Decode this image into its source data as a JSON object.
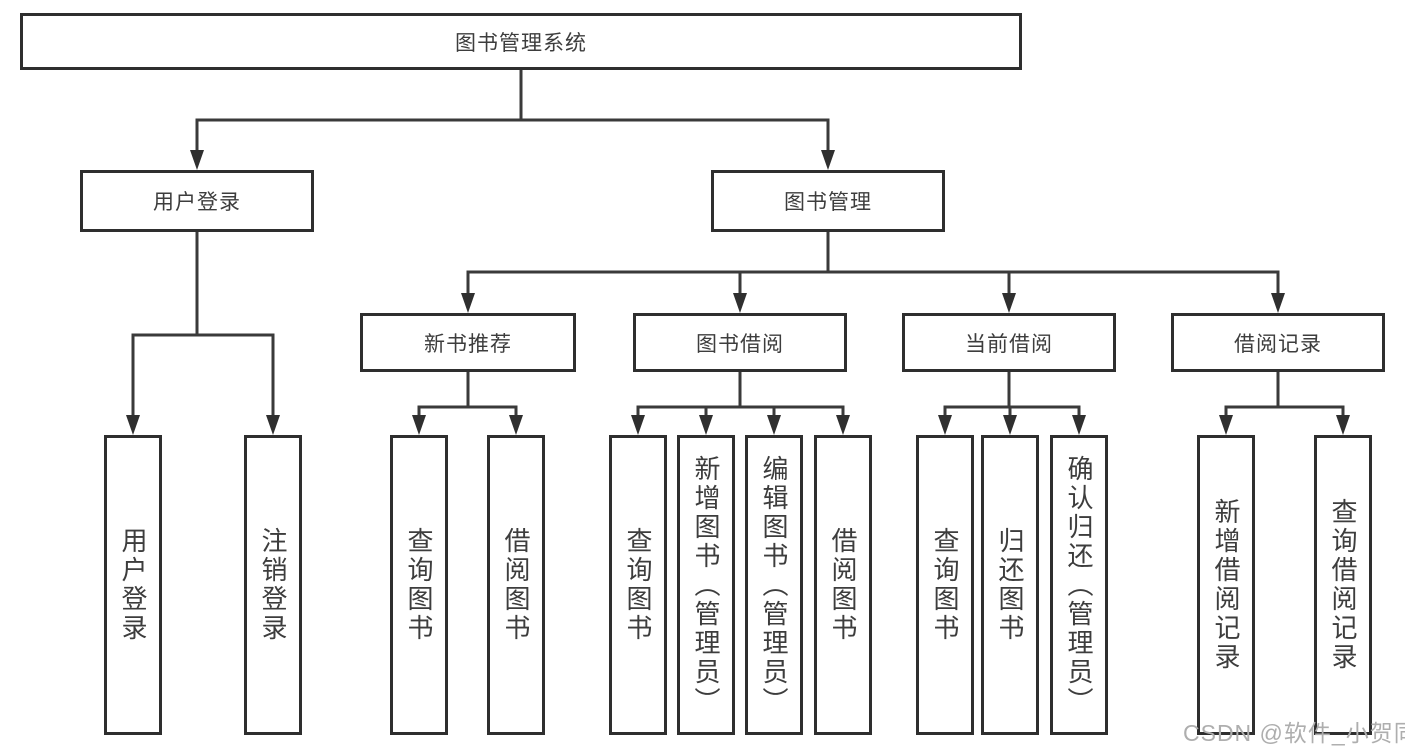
{
  "diagram_title": "图书管理系统",
  "nodes": {
    "root": {
      "label": "图书管理系统"
    },
    "userLogin": {
      "label": "用户登录"
    },
    "bookMgmt": {
      "label": "图书管理"
    },
    "newBooks": {
      "label": "新书推荐"
    },
    "bookBorrow": {
      "label": "图书借阅"
    },
    "currentBorrow": {
      "label": "当前借阅"
    },
    "borrowRecords": {
      "label": "借阅记录"
    },
    "leafUserLogin": {
      "label": "用户登录"
    },
    "leafLogout": {
      "label": "注销登录"
    },
    "leafQueryBooksA": {
      "label": "查询图书"
    },
    "leafBorrowBooksA": {
      "label": "借阅图书"
    },
    "leafQueryBooksB": {
      "label": "查询图书"
    },
    "leafAddBooks": {
      "label": "新增图书（管理员）"
    },
    "leafEditBooks": {
      "label": "编辑图书（管理员）"
    },
    "leafBorrowBooksB": {
      "label": "借阅图书"
    },
    "leafQueryBooksC": {
      "label": "查询图书"
    },
    "leafReturnBooks": {
      "label": "归还图书"
    },
    "leafConfirmReturn": {
      "label": "确认归还（管理员）"
    },
    "leafAddRecord": {
      "label": "新增借阅记录"
    },
    "leafQueryRecord": {
      "label": "查询借阅记录"
    }
  },
  "hierarchy": {
    "图书管理系统": {
      "用户登录": [
        "用户登录",
        "注销登录"
      ],
      "图书管理": {
        "新书推荐": [
          "查询图书",
          "借阅图书"
        ],
        "图书借阅": [
          "查询图书",
          "新增图书（管理员）",
          "编辑图书（管理员）",
          "借阅图书"
        ],
        "当前借阅": [
          "查询图书",
          "归还图书",
          "确认归还（管理员）"
        ],
        "借阅记录": [
          "新增借阅记录",
          "查询借阅记录"
        ]
      }
    }
  },
  "colors": {
    "border": "#2e2e2e",
    "line": "#3a3a3a",
    "text": "#3d3d3d",
    "watermark": "#aeaeae",
    "background": "#ffffff"
  },
  "watermark": {
    "text": "CSDN @软件_小贺同学"
  }
}
